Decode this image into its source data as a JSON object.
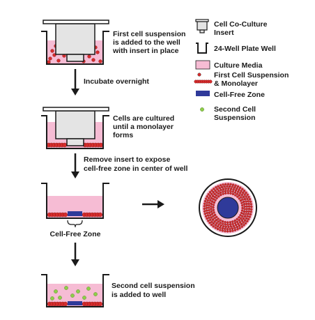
{
  "colors": {
    "media": "#f6bcd4",
    "cells": "#d62c2c",
    "cell_free_zone": "#2f3a9a",
    "second_cells": "#8fcf4a",
    "insert": "#e4e4e4",
    "outline": "#1a1a1a"
  },
  "legend": [
    {
      "icon": "insert-icon",
      "lines": [
        "Cell Co-Culture",
        "Insert"
      ]
    },
    {
      "icon": "well-icon",
      "lines": [
        "24-Well Plate Well"
      ]
    },
    {
      "icon": "culture-media-swatch",
      "lines": [
        "Culture Media"
      ]
    },
    {
      "icon": "first-cell-suspension-swatch",
      "lines": [
        "First Cell Suspension",
        "& Monolayer"
      ]
    },
    {
      "icon": "cell-free-zone-swatch",
      "lines": [
        "Cell-Free Zone"
      ]
    },
    {
      "icon": "second-cell-swatch",
      "lines": [
        "Second Cell",
        "Suspension"
      ]
    }
  ],
  "steps": [
    {
      "caption": [
        "First cell suspension",
        "is added to the well",
        "with insert in place"
      ]
    },
    {
      "caption": [
        "Cells are cultured",
        "until a monolayer",
        "forms"
      ]
    },
    {
      "caption": []
    },
    {
      "caption": [
        "Second cell suspension",
        "is added to well"
      ]
    }
  ],
  "transitions": [
    {
      "lines": [
        "Incubate overnight"
      ]
    },
    {
      "lines": [
        "Remove insert to expose",
        "cell-free zone in center of well"
      ]
    },
    {
      "lines": []
    }
  ],
  "cell_free_zone_label": "Cell-Free Zone"
}
